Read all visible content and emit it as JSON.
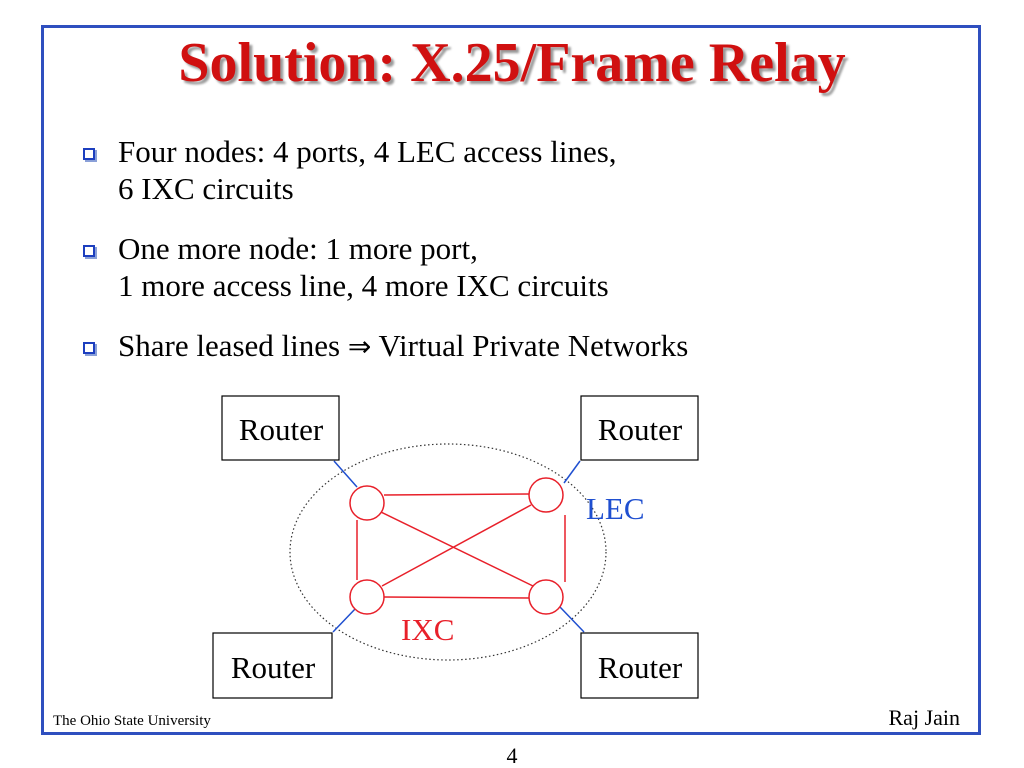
{
  "slide": {
    "title": "Solution: X.25/Frame Relay",
    "bullets": [
      {
        "line1": "Four nodes: 4 ports, 4 LEC access lines,",
        "line2": "6 IXC circuits"
      },
      {
        "line1": "One more node: 1 more port,",
        "line2": "1 more access line, 4 more IXC circuits"
      },
      {
        "pre": "Share leased lines ",
        "arrow": "⇒",
        "post": " Virtual Private Networks"
      }
    ],
    "diagram": {
      "router_labels": [
        "Router",
        "Router",
        "Router",
        "Router"
      ],
      "lec_label": "LEC",
      "ixc_label": "IXC",
      "colors": {
        "ixc": "#e8202a",
        "lec": "#1f4fd0",
        "cloud": "#333333"
      }
    },
    "footer": {
      "institution": "The Ohio State University",
      "author": "Raj Jain",
      "page_number": "4"
    }
  }
}
